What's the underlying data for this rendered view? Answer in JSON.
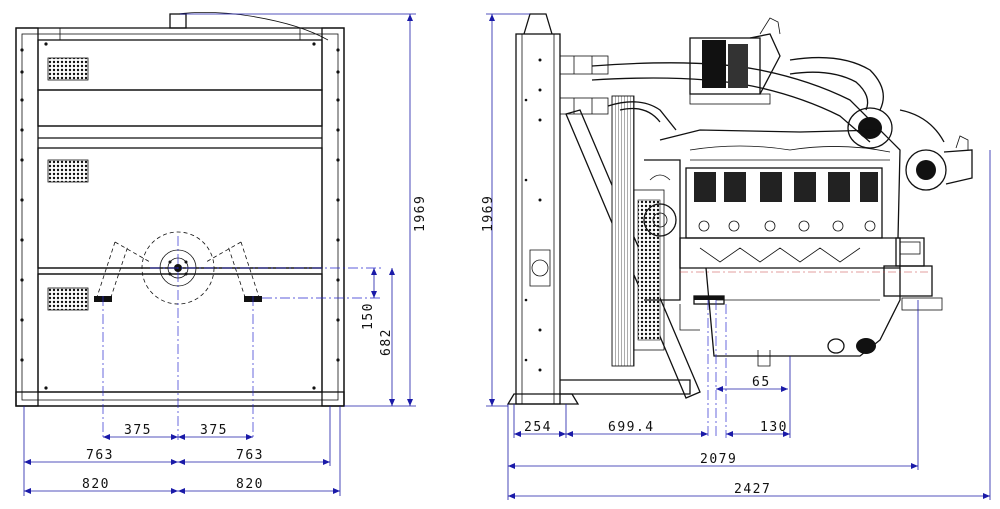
{
  "front_view": {
    "height_dim": "1969",
    "offset_150": "150",
    "offset_682": "682",
    "width_375_left": "375",
    "width_375_right": "375",
    "width_763_left": "763",
    "width_763_right": "763",
    "width_820_left": "820",
    "width_820_right": "820"
  },
  "side_view": {
    "height_dim": "1969",
    "dim_254": "254",
    "dim_699": "699.4",
    "dim_65": "65",
    "dim_130": "130",
    "dim_2079": "2079",
    "dim_2427": "2427"
  }
}
